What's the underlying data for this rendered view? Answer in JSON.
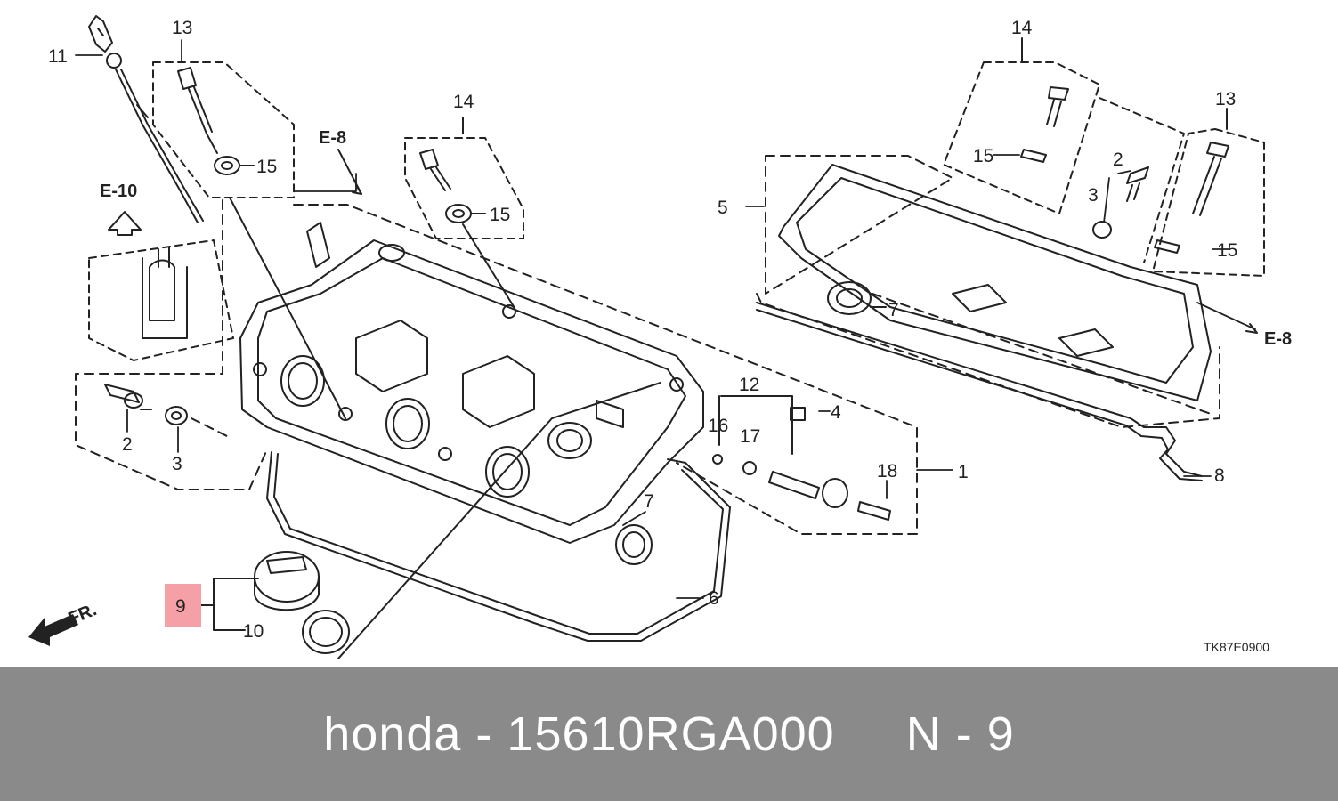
{
  "diagram": {
    "callouts": {
      "n11": "11",
      "n13a": "13",
      "n15a": "15",
      "e10": "E-10",
      "e8a": "E-8",
      "n14a": "14",
      "n15b": "15",
      "n2a": "2",
      "n3a": "3",
      "n14b": "14",
      "n15c": "15",
      "n2b": "2",
      "n3b": "3",
      "n13b": "13",
      "n15d": "15",
      "n5": "5",
      "n7a": "7",
      "e8b": "E-8",
      "n12": "12",
      "n16": "16",
      "n17": "17",
      "n4": "4",
      "n18": "18",
      "n1": "1",
      "n7b": "7",
      "n6": "6",
      "n8": "8",
      "n9": "9",
      "n10": "10",
      "fr": "FR."
    },
    "highlight_color": "#f4a0a6",
    "diagram_code": "TK87E0900"
  },
  "footer": {
    "brand": "honda",
    "separator1": " - ",
    "part_number": "15610RGA000",
    "gap": "     ",
    "position": "N - 9",
    "background": "#8a8a8a"
  }
}
